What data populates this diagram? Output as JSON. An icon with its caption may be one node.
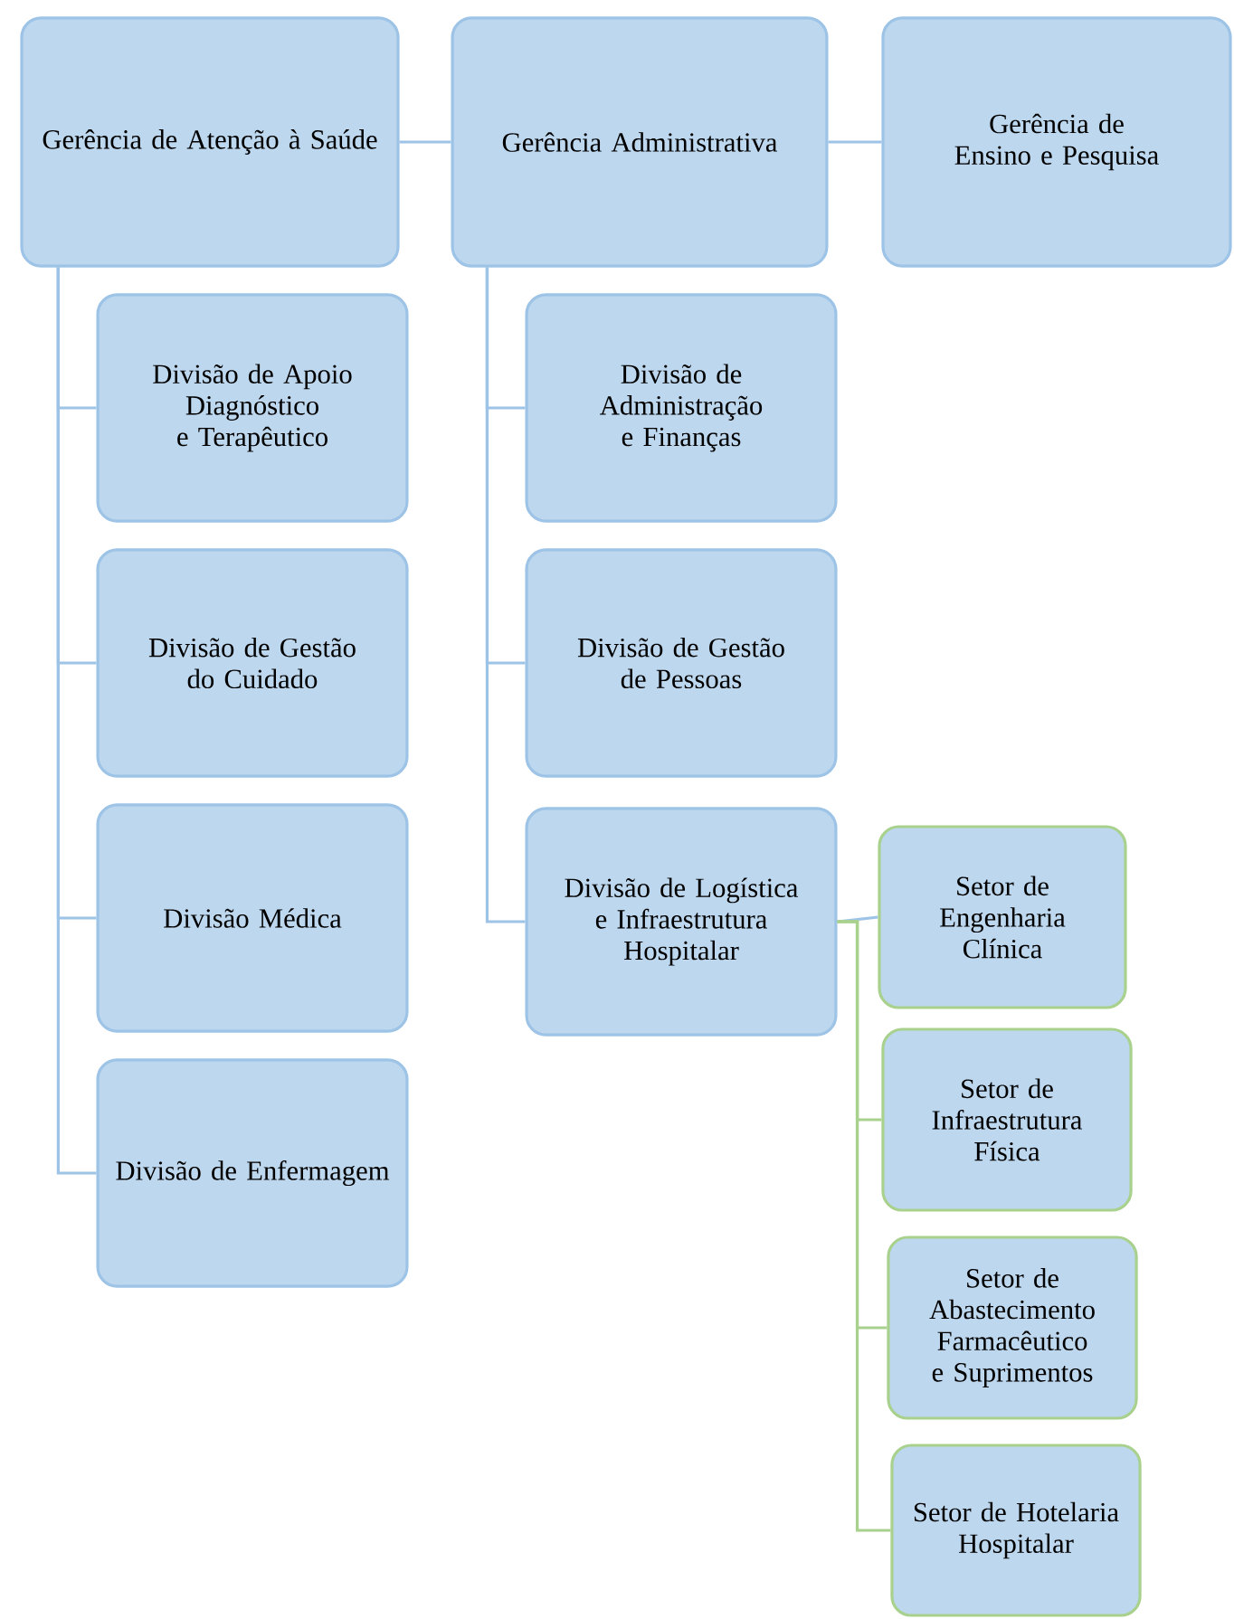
{
  "diagram": {
    "nodes": [
      {
        "text": [
          "Gerência de Atenção à Saúde"
        ]
      },
      {
        "text": [
          "Gerência Administrativa"
        ]
      },
      {
        "text": [
          "Gerência de Ensino e Pesquisa"
        ]
      },
      {
        "text": [
          "Divisão de Apoio Diagnóstico e Terapêutico"
        ]
      },
      {
        "text": [
          "Divisão de Gestão do Cuidado"
        ]
      },
      {
        "text": [
          "Divisão Médica"
        ]
      },
      {
        "text": [
          "Divisão de Enfermagem"
        ]
      },
      {
        "text": [
          "Divisão de Administração e Finanças"
        ]
      },
      {
        "text": [
          "Divisão de Gestão de Pessoas"
        ]
      },
      {
        "text": [
          "Divisão de Logística e Infraestrutura Hospitalar"
        ]
      },
      {
        "text": [
          "Setor de Engenharia Clínica"
        ]
      },
      {
        "text": [
          "Setor de Infraestrutura Física"
        ]
      },
      {
        "text": [
          "Setor de Abastecimento Farmacêutico e Suprimentos"
        ]
      },
      {
        "text": [
          "Setor de Hotelaria Hospitalar"
        ]
      }
    ],
    "edges": [
      {
        "from": 0,
        "to": 1,
        "arrow": "none"
      },
      {
        "from": 1,
        "to": 2,
        "arrow": "none"
      },
      {
        "from": 0,
        "to": 3,
        "arrow": "none"
      },
      {
        "from": 0,
        "to": 4,
        "arrow": "none"
      },
      {
        "from": 0,
        "to": 5,
        "arrow": "none"
      },
      {
        "from": 0,
        "to": 6,
        "arrow": "none"
      },
      {
        "from": 1,
        "to": 7,
        "arrow": "none"
      },
      {
        "from": 1,
        "to": 8,
        "arrow": "none"
      },
      {
        "from": 1,
        "to": 9,
        "arrow": "none"
      },
      {
        "from": 9,
        "to": 10,
        "arrow": "none"
      },
      {
        "from": 9,
        "to": 11,
        "arrow": "none",
        "color": "#a9d18e"
      },
      {
        "from": 9,
        "to": 12,
        "arrow": "none",
        "color": "#a9d18e"
      },
      {
        "from": 9,
        "to": 13,
        "arrow": "none",
        "color": "#a9d18e"
      }
    ]
  }
}
